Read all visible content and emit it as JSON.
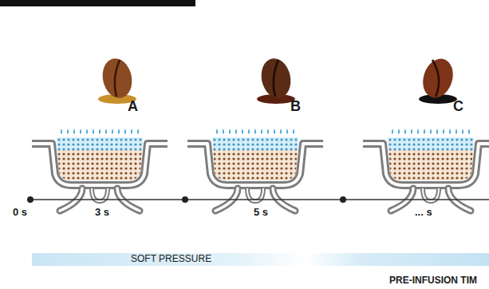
{
  "diagram": {
    "labels": [
      "A",
      "B",
      "C",
      "0 s",
      "3 s",
      "5 s",
      "... s",
      "SOFT PRESSURE",
      "PRE-INFUSION TIM"
    ]
  }
}
